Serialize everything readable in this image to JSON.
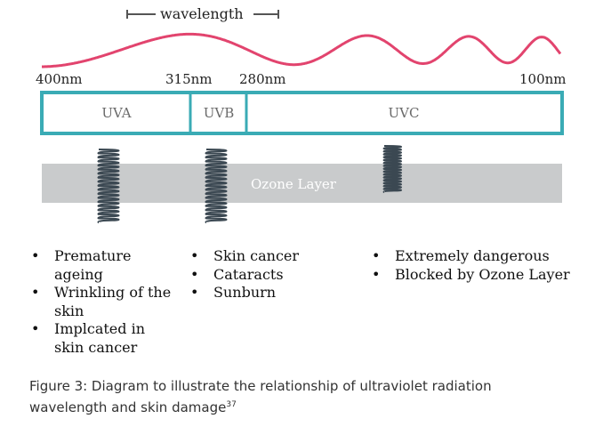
{
  "wavelength_label": "wavelength",
  "scale": {
    "nm_400": "400nm",
    "nm_315": "315nm",
    "nm_280": "280nm",
    "nm_100": "100nm"
  },
  "bands": [
    {
      "label": "UVA"
    },
    {
      "label": "UVB"
    },
    {
      "label": "UVC"
    }
  ],
  "ozone_label": "Ozone Layer",
  "effects": {
    "uva": [
      "Premature ageing",
      "Wrinkling of the skin",
      "Implcated in skin cancer"
    ],
    "uvb": [
      "Skin cancer",
      "Cataracts",
      "Sunburn"
    ],
    "uvc": [
      "Extremely dangerous",
      "Blocked by Ozone Layer"
    ]
  },
  "caption": {
    "text": "Figure 3: Diagram to illustrate the relationship of ultraviolet radiation wavelength and skin damage",
    "ref": "37"
  },
  "colors": {
    "wave": "#e2446e",
    "band_border": "#3aabb5",
    "ozone": "#c9cbcc",
    "coil": "#3b4852"
  }
}
